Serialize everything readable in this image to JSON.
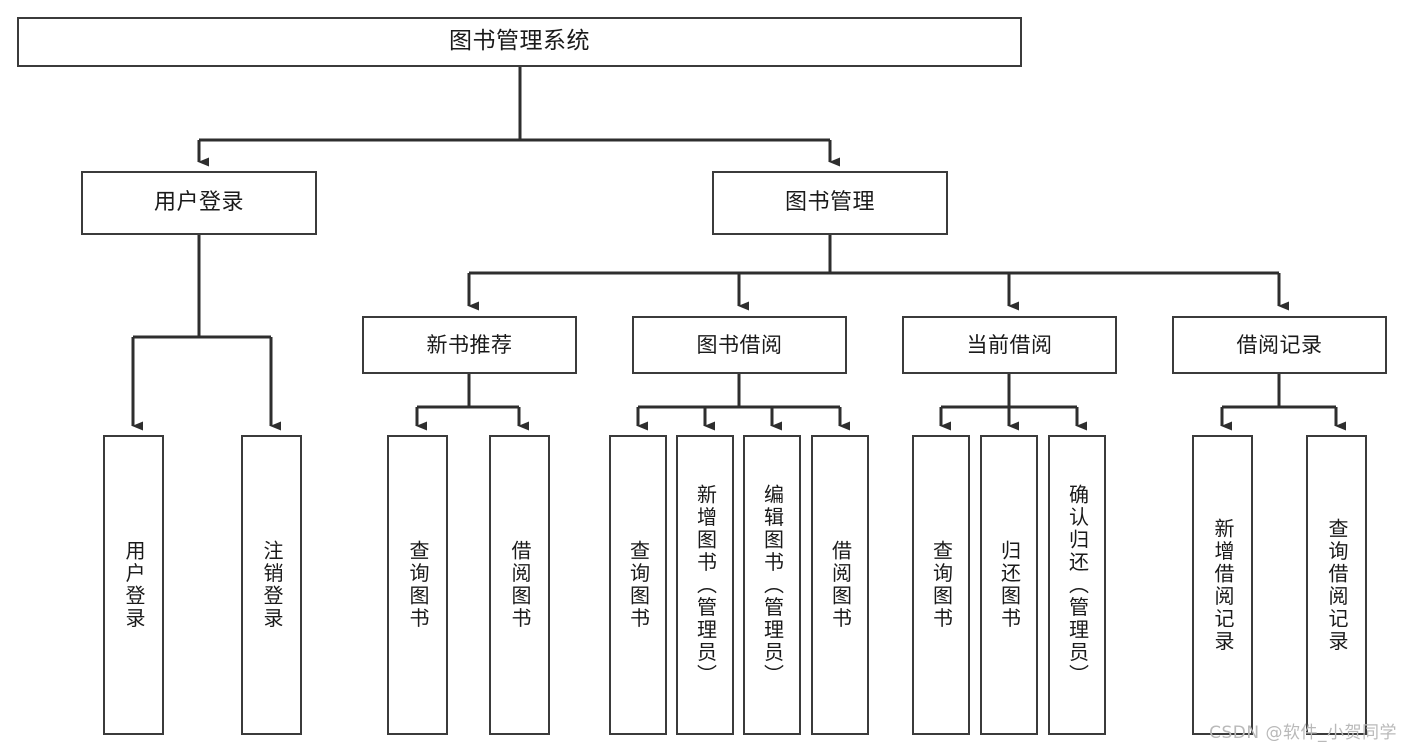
{
  "diagram": {
    "title": "图书管理系统",
    "watermark": "CSDN @软件_小贺同学",
    "colors": {
      "box_border": "#3b3b3b",
      "connector": "#2e2e2e",
      "background": "#ffffff",
      "text": "#1a1a1a",
      "watermark": "#b9b9b9"
    },
    "root": {
      "label": "图书管理系统"
    },
    "level1": [
      {
        "label": "用户登录"
      },
      {
        "label": "图书管理"
      }
    ],
    "level2": [
      {
        "label": "新书推荐"
      },
      {
        "label": "图书借阅"
      },
      {
        "label": "当前借阅"
      },
      {
        "label": "借阅记录"
      }
    ],
    "leaves": {
      "user_login": [
        {
          "label": "用户登录"
        },
        {
          "label": "注销登录"
        }
      ],
      "new_book_recommend": [
        {
          "label": "查询图书"
        },
        {
          "label": "借阅图书"
        }
      ],
      "book_borrow": [
        {
          "label": "查询图书"
        },
        {
          "label": "新增图书（管理员）"
        },
        {
          "label": "编辑图书（管理员）"
        },
        {
          "label": "借阅图书"
        }
      ],
      "current_borrow": [
        {
          "label": "查询图书"
        },
        {
          "label": "归还图书"
        },
        {
          "label": "确认归还（管理员）"
        }
      ],
      "borrow_record": [
        {
          "label": "新增借阅记录"
        },
        {
          "label": "查询借阅记录"
        }
      ]
    }
  }
}
